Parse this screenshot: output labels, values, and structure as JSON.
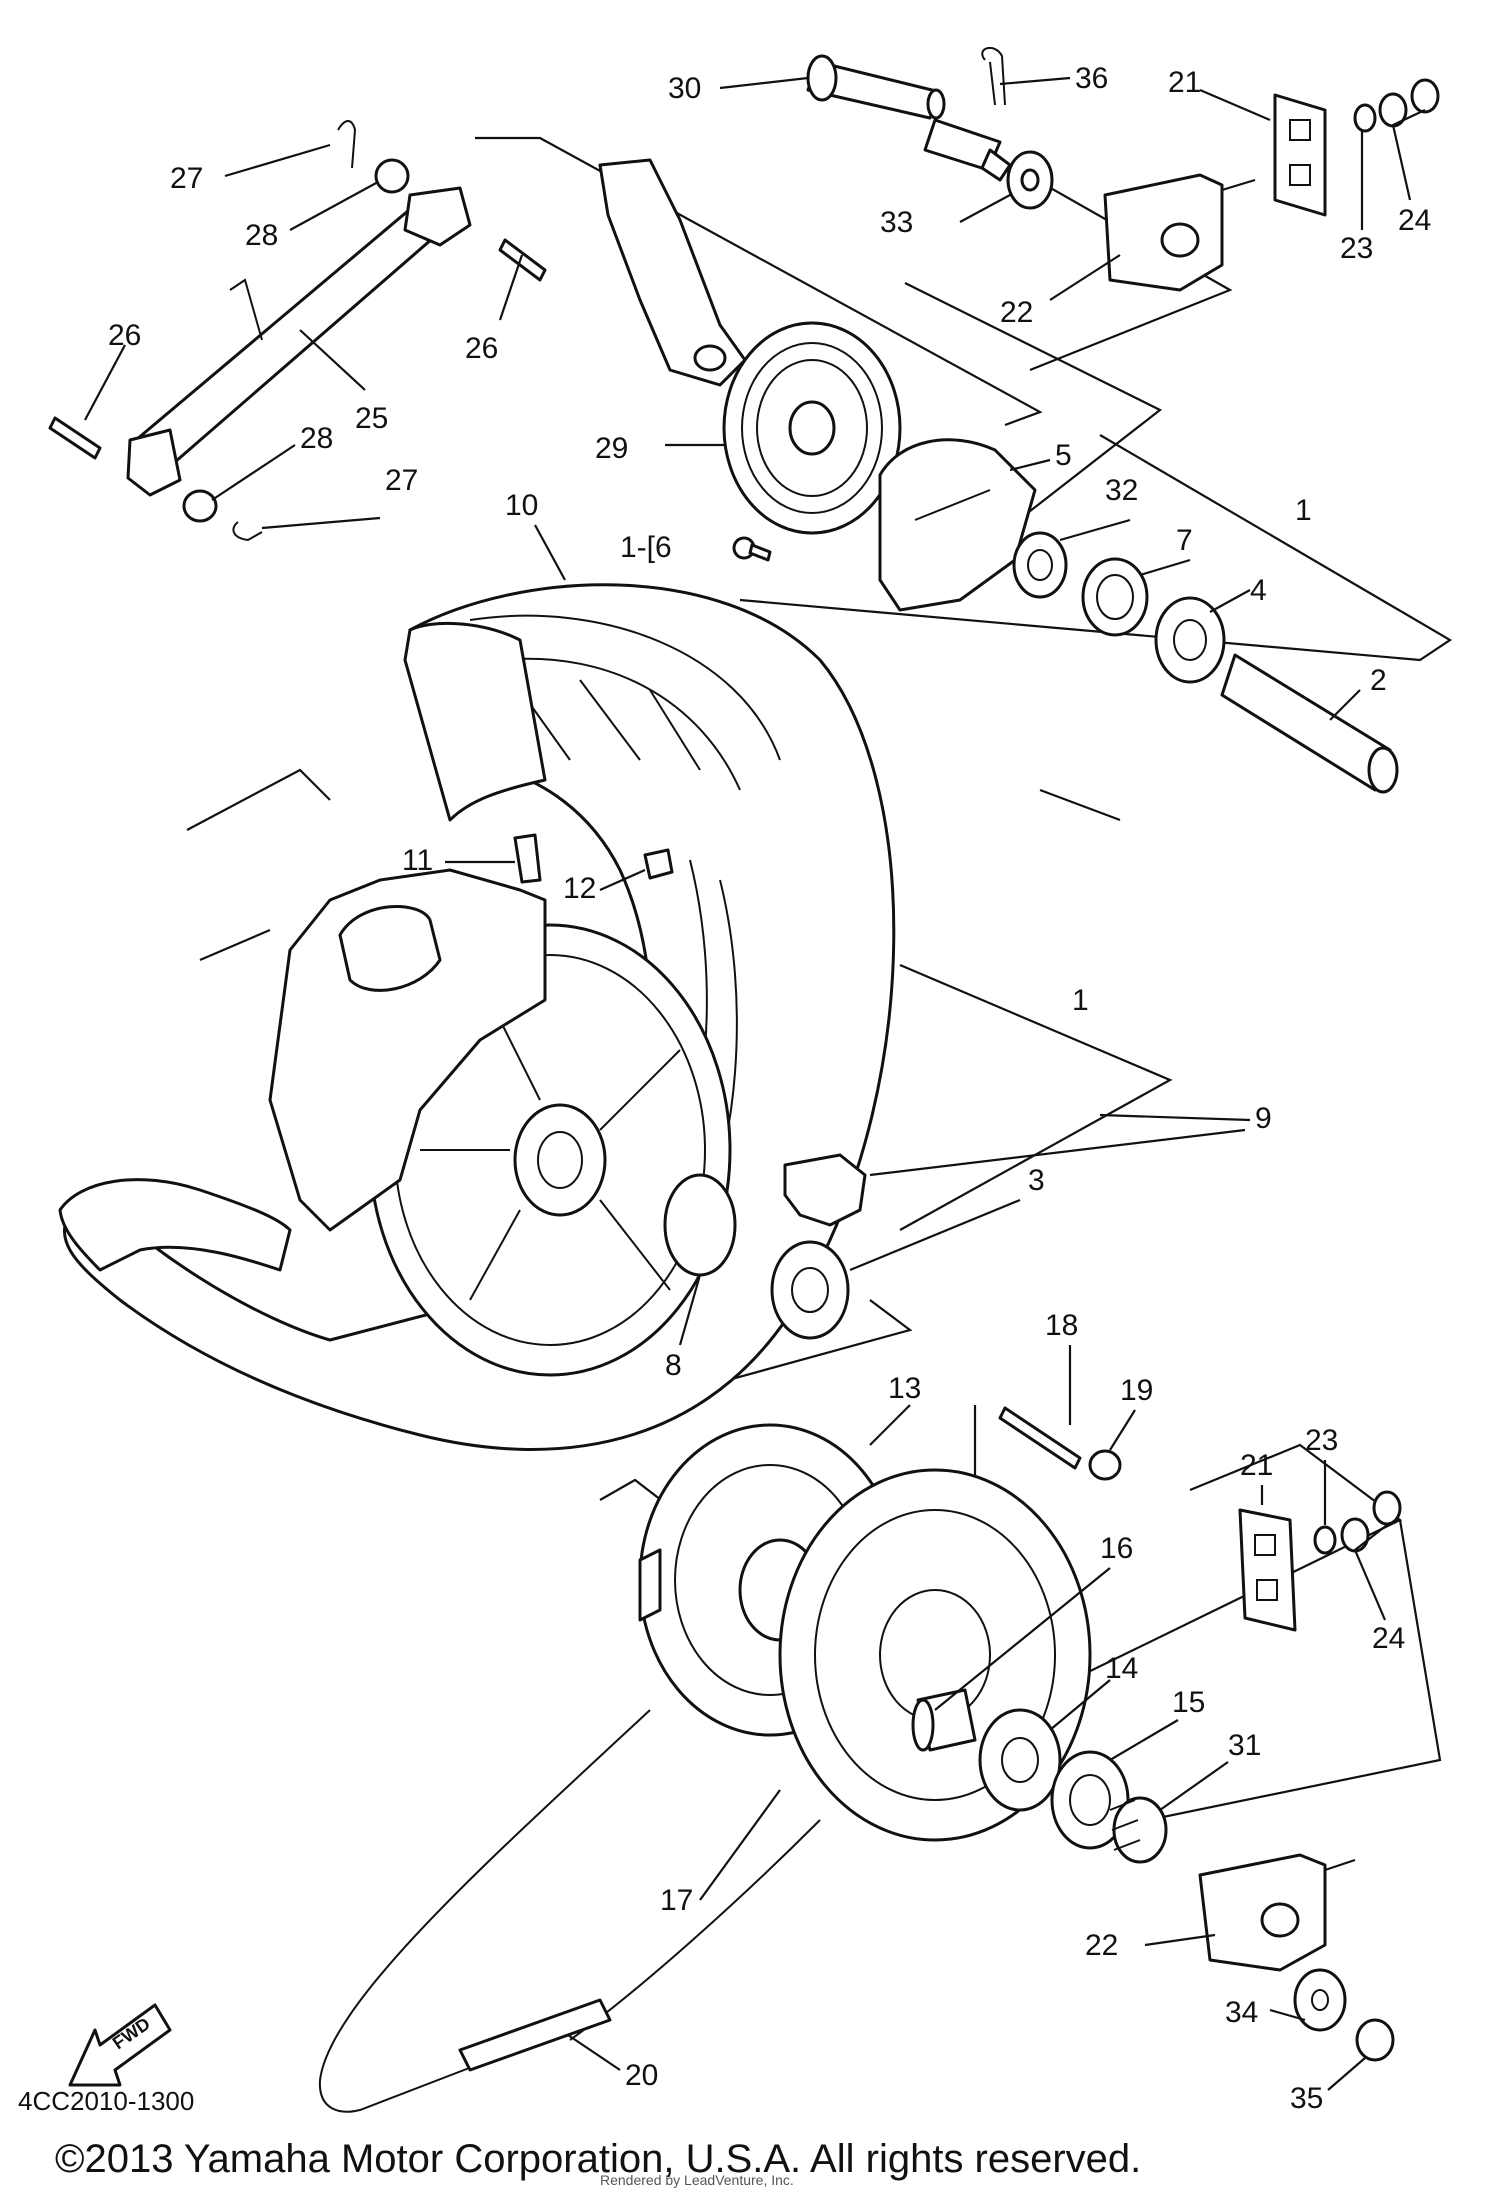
{
  "diagram": {
    "part_code": "4CC2010-1300",
    "copyright": "©2013 Yamaha Motor Corporation, U.S.A. All rights reserved.",
    "rented_note": "Rendered by LeadVenture, Inc.",
    "fwd_label": "FWD",
    "callouts": [
      {
        "id": "c30",
        "text": "30"
      },
      {
        "id": "c36",
        "text": "36"
      },
      {
        "id": "c21a",
        "text": "21"
      },
      {
        "id": "c27a",
        "text": "27"
      },
      {
        "id": "c28a",
        "text": "28"
      },
      {
        "id": "c33",
        "text": "33"
      },
      {
        "id": "c23a",
        "text": "23"
      },
      {
        "id": "c24a",
        "text": "24"
      },
      {
        "id": "c22a",
        "text": "22"
      },
      {
        "id": "c26a",
        "text": "26"
      },
      {
        "id": "c26b",
        "text": "26"
      },
      {
        "id": "c25",
        "text": "25"
      },
      {
        "id": "c28b",
        "text": "28"
      },
      {
        "id": "c29",
        "text": "29"
      },
      {
        "id": "c5",
        "text": "5"
      },
      {
        "id": "c27b",
        "text": "27"
      },
      {
        "id": "c1a",
        "text": "1"
      },
      {
        "id": "c10",
        "text": "10"
      },
      {
        "id": "c32",
        "text": "32"
      },
      {
        "id": "c6",
        "text": "1-[6"
      },
      {
        "id": "c7",
        "text": "7"
      },
      {
        "id": "c4",
        "text": "4"
      },
      {
        "id": "c2",
        "text": "2"
      },
      {
        "id": "c11",
        "text": "11"
      },
      {
        "id": "c12",
        "text": "12"
      },
      {
        "id": "c1b",
        "text": "1"
      },
      {
        "id": "c9",
        "text": "9"
      },
      {
        "id": "c3",
        "text": "3"
      },
      {
        "id": "c8",
        "text": "8"
      },
      {
        "id": "c18",
        "text": "18"
      },
      {
        "id": "c19",
        "text": "19"
      },
      {
        "id": "c13",
        "text": "13"
      },
      {
        "id": "c21b",
        "text": "21"
      },
      {
        "id": "c23b",
        "text": "23"
      },
      {
        "id": "c16",
        "text": "16"
      },
      {
        "id": "c24b",
        "text": "24"
      },
      {
        "id": "c14",
        "text": "14"
      },
      {
        "id": "c15",
        "text": "15"
      },
      {
        "id": "c31",
        "text": "31"
      },
      {
        "id": "c17",
        "text": "17"
      },
      {
        "id": "c22b",
        "text": "22"
      },
      {
        "id": "c34",
        "text": "34"
      },
      {
        "id": "c35",
        "text": "35"
      },
      {
        "id": "c20",
        "text": "20"
      }
    ]
  }
}
